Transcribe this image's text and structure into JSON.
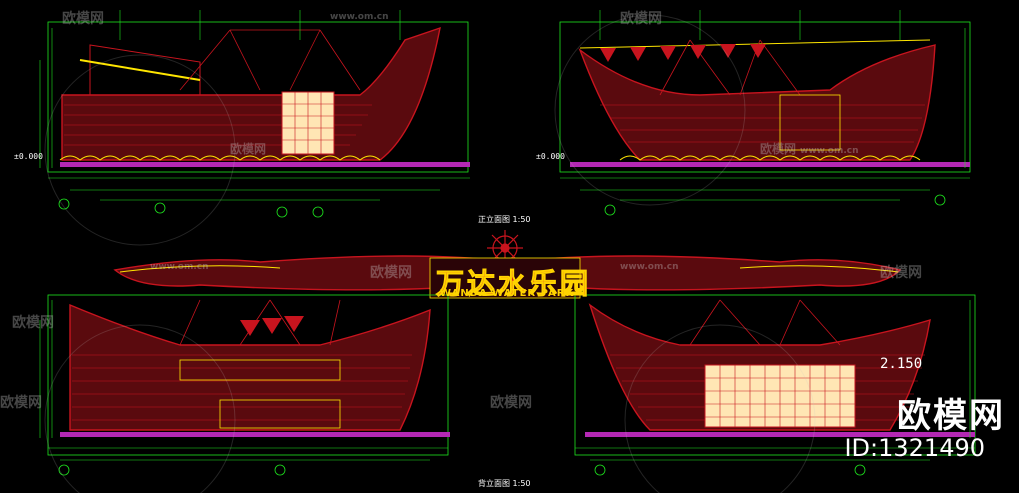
{
  "watermark": {
    "brand": "欧模网",
    "id_label": "ID:1321490",
    "faint_brand": "欧模网",
    "faint_url": "www.om.cn"
  },
  "drawing": {
    "top_view_title": "正立面图 1:50",
    "bottom_view_title": "背立面图 1:50",
    "sign_title": "万达水乐园",
    "sign_subtitle": "WANDA WATER PARK",
    "dimension_right": "2.150",
    "dimension_left_a": "±0.000",
    "dimension_left_b": "±0.000"
  },
  "colors": {
    "background": "#000000",
    "hull_red": "#c8141e",
    "line_green": "#1ee61e",
    "line_yellow": "#ffe600",
    "line_cyan": "#00e6e6",
    "line_magenta": "#b428b4",
    "line_white": "#ffffff"
  }
}
